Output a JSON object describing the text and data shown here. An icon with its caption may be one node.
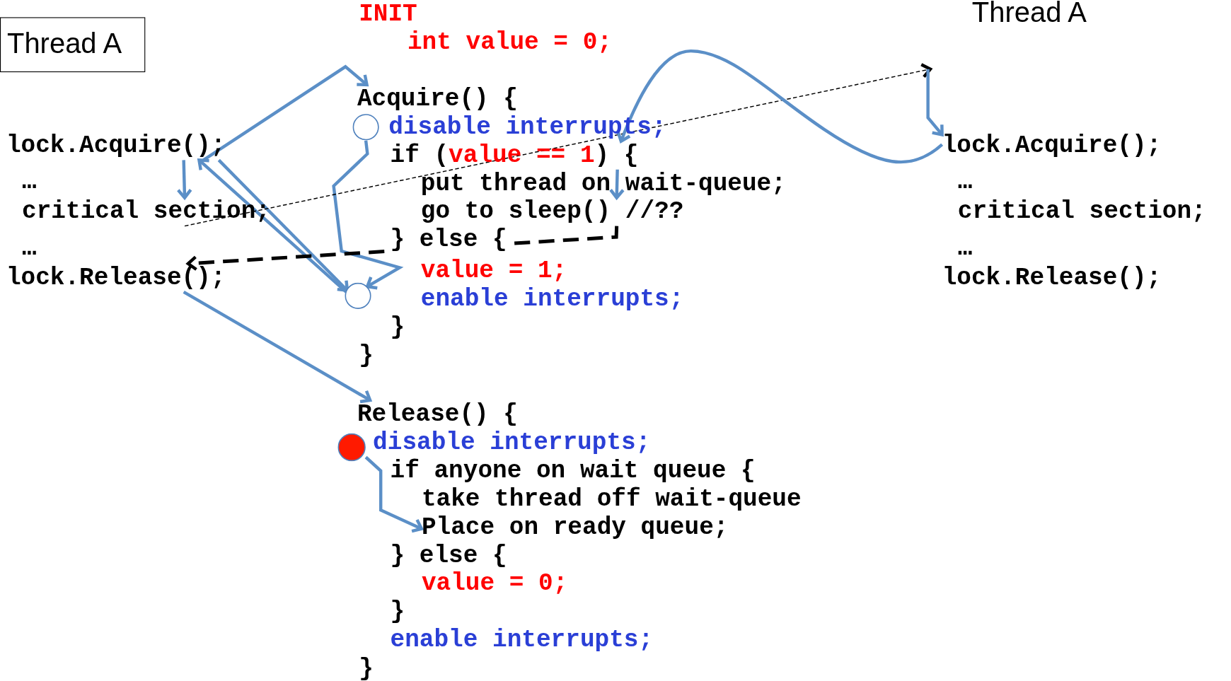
{
  "diagram": {
    "nodes": [
      {
        "text": [
          "Thread A"
        ]
      },
      {
        "text": [
          "lock.Acquire();"
        ]
      },
      {
        "text": [
          "critical section;"
        ]
      },
      {
        "text": [
          "…"
        ]
      },
      {
        "text": [
          "lock.Release();"
        ]
      },
      {
        "text": [
          "Acquire() {"
        ]
      },
      {
        "text": [],
        "shape": "circle"
      },
      {
        "text": [
          "if (value == 1) {"
        ]
      },
      {
        "text": [
          "go to sleep() //??"
        ]
      },
      {
        "text": [],
        "shape": "circle"
      },
      {
        "text": [
          "Release() {"
        ]
      },
      {
        "text": [],
        "shape": "circle"
      },
      {
        "text": [
          "Place on ready queue;"
        ]
      },
      {
        "text": [
          "lock.Acquire();"
        ]
      }
    ],
    "edges": [
      {
        "from": 1,
        "to": 5,
        "arrow": "to"
      },
      {
        "from": 6,
        "to": 9,
        "arrow": "to"
      },
      {
        "from": 1,
        "to": 9,
        "arrow": "to"
      },
      {
        "from": 9,
        "to": 1,
        "arrow": "to"
      },
      {
        "from": 1,
        "to": 2,
        "arrow": "to"
      },
      {
        "from": 2,
        "to": null,
        "arrow": "to",
        "style": "dashed",
        "color": "#000000"
      },
      {
        "from": null,
        "to": 13,
        "arrow": "to"
      },
      {
        "from": 13,
        "to": 7,
        "arrow": "to"
      },
      {
        "from": 7,
        "to": 8,
        "arrow": "to"
      },
      {
        "from": 8,
        "to": 4,
        "arrow": "to",
        "style": "dashed",
        "color": "#000000"
      },
      {
        "from": 4,
        "to": 10,
        "arrow": "to"
      },
      {
        "from": 11,
        "to": 12,
        "arrow": "to"
      }
    ],
    "labels": [
      "…",
      "INIT",
      "int value = 0;",
      "disable interrupts;",
      "put thread on wait-queue;",
      "} else {",
      "value = 1;",
      "enable interrupts;",
      "}",
      "}",
      "disable interrupts;",
      "if anyone on wait queue {",
      "take thread off wait-queue",
      "} else {",
      "value = 0;",
      "}",
      "enable interrupts;",
      "}",
      "Thread A",
      "…",
      "critical section;",
      "…",
      "lock.Release();"
    ]
  }
}
